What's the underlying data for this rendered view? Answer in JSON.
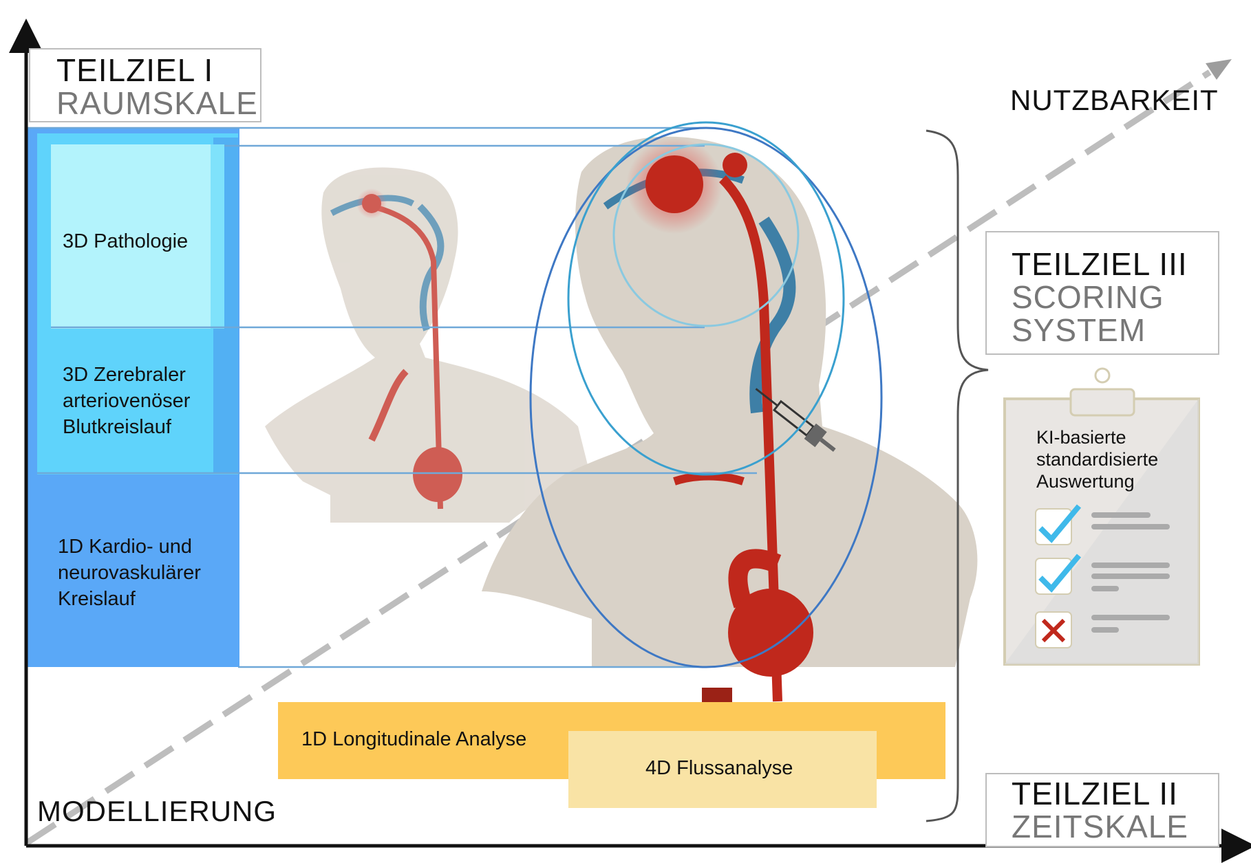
{
  "axes": {
    "y_axis_label": "MODELLIERUNG",
    "diagonal_label": "NUTZBARKEIT"
  },
  "teilziel_1": {
    "title": "TEILZIEL I",
    "subtitle": "RAUMSKALE"
  },
  "teilziel_2": {
    "title": "TEILZIEL II",
    "subtitle": "ZEITSKALE"
  },
  "teilziel_3": {
    "title": "TEILZIEL III",
    "subtitle_line1": "SCORING",
    "subtitle_line2": "SYSTEM"
  },
  "spatial_levels": [
    {
      "label_lines": [
        "3D Pathologie"
      ]
    },
    {
      "label_lines": [
        "3D Zerebraler",
        "arteriovenöser",
        "Blutkreislauf"
      ]
    },
    {
      "label_lines": [
        "1D Kardio- und",
        "neurovaskulärer",
        "Kreislauf"
      ]
    }
  ],
  "temporal_levels": [
    {
      "label": "1D Longitudinale Analyse"
    },
    {
      "label": "4D Flussanalyse"
    }
  ],
  "clipboard": {
    "text_lines": [
      "KI-basierte",
      "standardisierte",
      "Auswertung"
    ],
    "items": [
      {
        "status": "check",
        "icon": "checkmark-icon"
      },
      {
        "status": "check",
        "icon": "checkmark-icon"
      },
      {
        "status": "cross",
        "icon": "cross-icon"
      }
    ]
  },
  "colors": {
    "band_dark": "#5aa8f7",
    "band_mid": "#5fd3fb",
    "band_light": "#b3f3fc",
    "temporal_dark": "#fdc958",
    "temporal_light": "#f9e3a5",
    "artery": "#c0281c",
    "vein": "#3e7fa6",
    "skin": "#d9d2c8"
  }
}
